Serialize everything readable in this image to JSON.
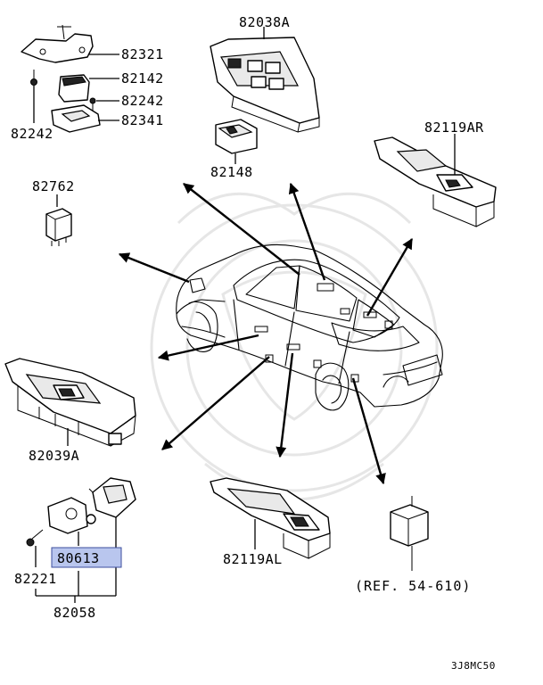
{
  "diagram": {
    "parts": [
      {
        "id": "p-82321",
        "label": "82321"
      },
      {
        "id": "p-82142",
        "label": "82142"
      },
      {
        "id": "p-82242-right",
        "label": "82242"
      },
      {
        "id": "p-82341",
        "label": "82341"
      },
      {
        "id": "p-82242-left",
        "label": "82242"
      },
      {
        "id": "p-82038A",
        "label": "82038A"
      },
      {
        "id": "p-82148",
        "label": "82148"
      },
      {
        "id": "p-82762",
        "label": "82762"
      },
      {
        "id": "p-82119AR",
        "label": "82119AR"
      },
      {
        "id": "p-82039A",
        "label": "82039A"
      },
      {
        "id": "p-80613",
        "label": "80613",
        "highlighted": true
      },
      {
        "id": "p-82221",
        "label": "82221"
      },
      {
        "id": "p-82058",
        "label": "82058"
      },
      {
        "id": "p-82119AL",
        "label": "82119AL"
      }
    ],
    "reference": "(REF. 54-610)",
    "diagram_code": "3J8MC50",
    "highlight_color": "#b9c6ee",
    "highlight_border": "#3d4f9e"
  }
}
